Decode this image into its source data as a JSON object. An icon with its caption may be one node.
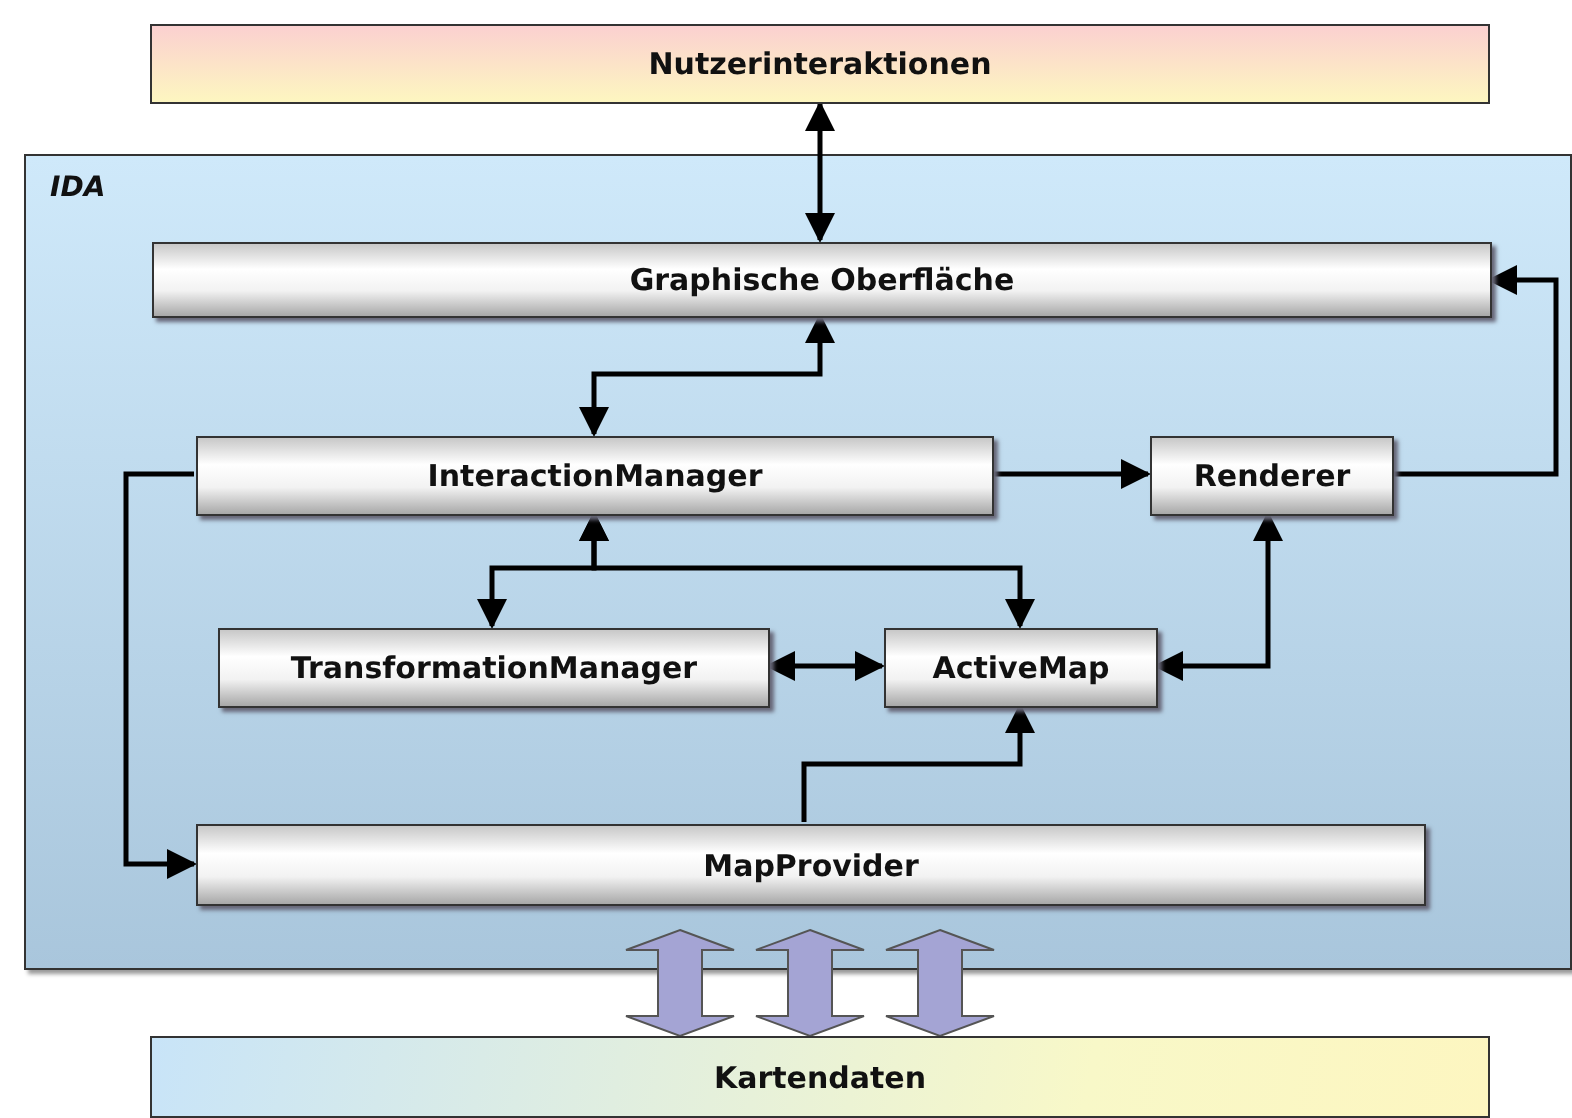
{
  "diagram": {
    "nodes": [
      {
        "text": [
          "Nutzerinteraktionen"
        ]
      },
      {
        "text": [
          "IDA"
        ]
      },
      {
        "text": [
          "Graphische Oberfläche"
        ],
        "in": 1
      },
      {
        "text": [
          "InteractionManager"
        ],
        "in": 1
      },
      {
        "text": [
          "Renderer"
        ],
        "in": 1
      },
      {
        "text": [
          "TransformationManager"
        ],
        "in": 1
      },
      {
        "text": [
          "ActiveMap"
        ],
        "in": 1
      },
      {
        "text": [
          "MapProvider"
        ],
        "in": 1
      },
      {
        "text": [
          "Kartendaten"
        ]
      }
    ],
    "edges": [
      {
        "from": 0,
        "to": 2,
        "arrow": "both"
      },
      {
        "from": 3,
        "to": 2,
        "arrow": "both"
      },
      {
        "from": 3,
        "to": 4,
        "arrow": "to"
      },
      {
        "from": 4,
        "to": 2,
        "arrow": "to"
      },
      {
        "from": 3,
        "to": 7,
        "arrow": "to"
      },
      {
        "from": 5,
        "to": 3,
        "arrow": "both"
      },
      {
        "from": 6,
        "to": 3,
        "arrow": "both"
      },
      {
        "from": 5,
        "to": 6,
        "arrow": "both"
      },
      {
        "from": 6,
        "to": 4,
        "arrow": "both"
      },
      {
        "from": 7,
        "to": 6,
        "arrow": "to"
      },
      {
        "from": 7,
        "to": 8,
        "arrow": "both",
        "style": "thick",
        "color": "#a4a4d4"
      },
      {
        "from": 7,
        "to": 8,
        "arrow": "both",
        "style": "thick",
        "color": "#a4a4d4"
      },
      {
        "from": 7,
        "to": 8,
        "arrow": "both",
        "style": "thick",
        "color": "#a4a4d4"
      }
    ]
  }
}
